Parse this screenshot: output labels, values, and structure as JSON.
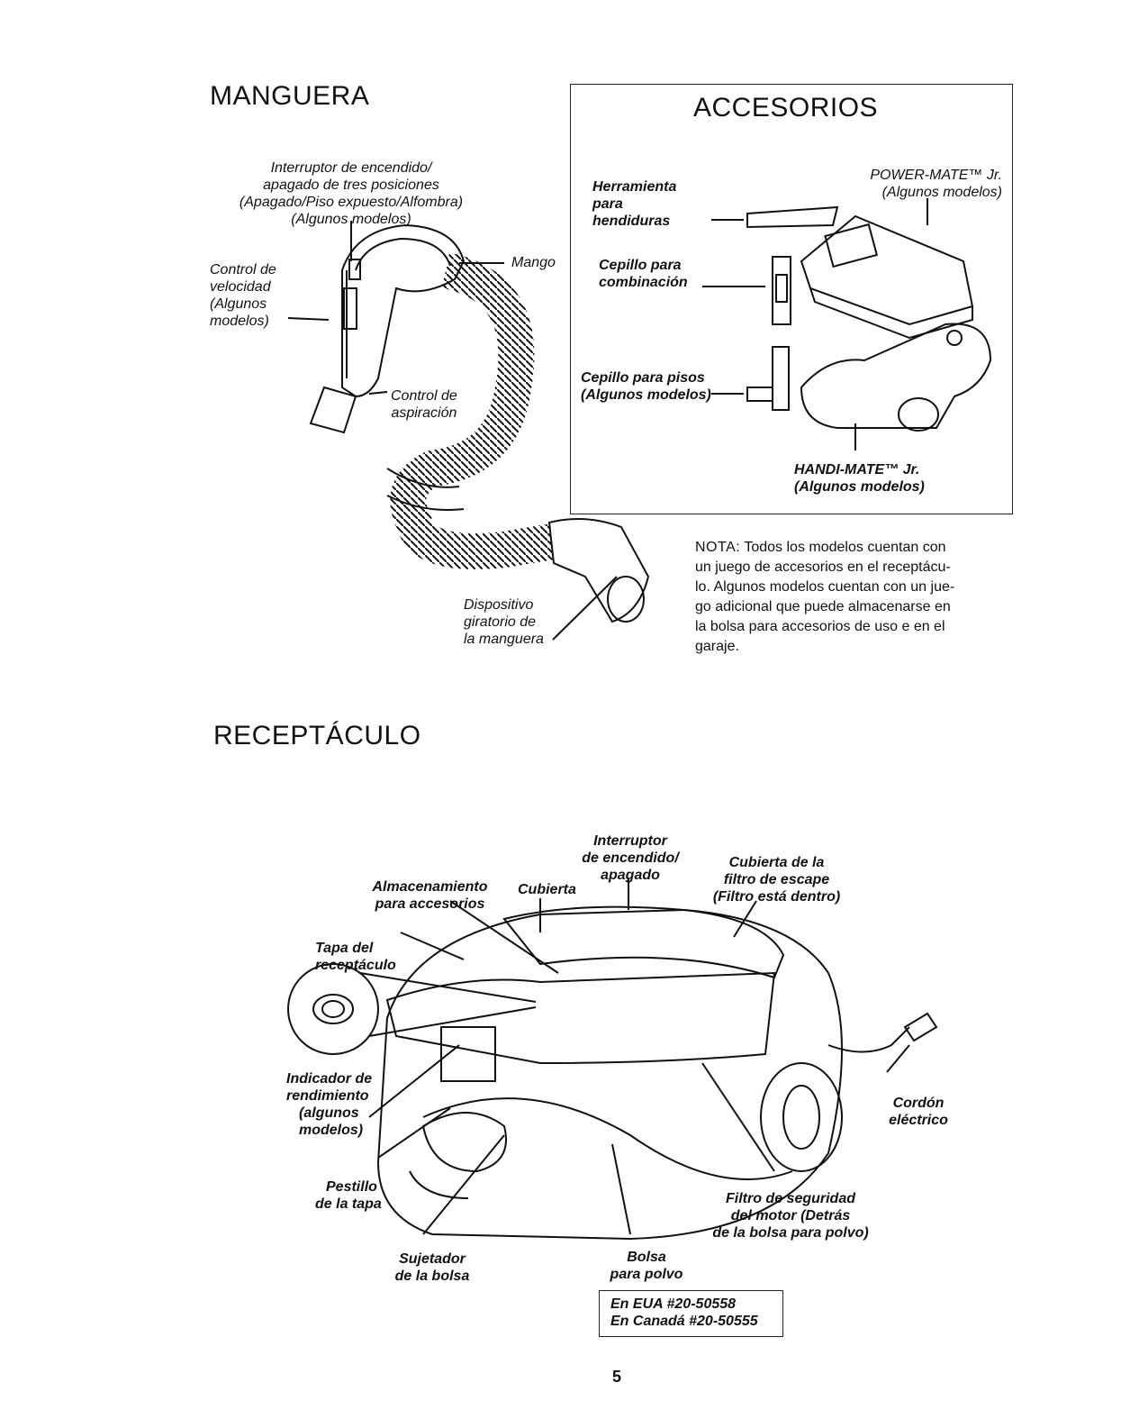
{
  "manguera": {
    "title": "MANGUERA",
    "interruptor": [
      "Interruptor de encendido/",
      "apagado de tres posiciones",
      "(Apagado/Piso expuesto/Alfombra)",
      "(Algunos modelos)"
    ],
    "control_velocidad": [
      "Control de",
      "velocidad",
      "(Algunos",
      "modelos)"
    ],
    "mango": "Mango",
    "control_aspiracion": [
      "Control de",
      "aspiración"
    ],
    "dispositivo": [
      "Dispositivo",
      "giratorio de",
      "la manguera"
    ]
  },
  "accesorios": {
    "title": "ACCESORIOS",
    "herramienta": [
      "Herramienta",
      "para",
      "hendiduras"
    ],
    "power_mate": [
      "POWER-MATE™ Jr.",
      "(Algunos modelos)"
    ],
    "cepillo_combinacion": [
      "Cepillo para",
      "combinación"
    ],
    "cepillo_pisos": [
      "Cepillo para pisos",
      "(Algunos modelos)"
    ],
    "handi_mate": [
      "HANDI-MATE™ Jr.",
      "(Algunos modelos)"
    ]
  },
  "nota": {
    "label": "NOTA:",
    "lines": [
      " Todos los modelos cuentan con",
      "un juego de accesorios en el receptácu-",
      "lo. Algunos modelos cuentan con un jue-",
      "go adicional que puede almacenarse en",
      "la bolsa para accesorios de uso e en el",
      "garaje."
    ]
  },
  "receptaculo": {
    "title": "RECEPTÁCULO",
    "interruptor": [
      "Interruptor",
      "de encendido/",
      "apagado"
    ],
    "cubierta_filtro": [
      "Cubierta de la",
      "filtro de escape",
      "(Filtro está dentro)"
    ],
    "almacenamiento": [
      "Almacenamiento",
      "para accesorios"
    ],
    "cubierta": "Cubierta",
    "tapa": [
      "Tapa del",
      "receptáculo"
    ],
    "indicador": [
      "Indicador de",
      "rendimiento",
      "(algunos",
      "modelos)"
    ],
    "cordon": [
      "Cordón",
      "eléctrico"
    ],
    "pestillo": [
      "Pestillo",
      "de la tapa"
    ],
    "filtro_seguridad": [
      "Filtro de seguridad",
      "del motor (Detrás",
      "de la bolsa para polvo)"
    ],
    "sujetador": [
      "Sujetador",
      "de la bolsa"
    ],
    "bolsa": [
      "Bolsa",
      "para polvo"
    ],
    "part_numbers": [
      "En EUA #20-50558",
      "En Canadá #20-50555"
    ]
  },
  "page_number": "5"
}
